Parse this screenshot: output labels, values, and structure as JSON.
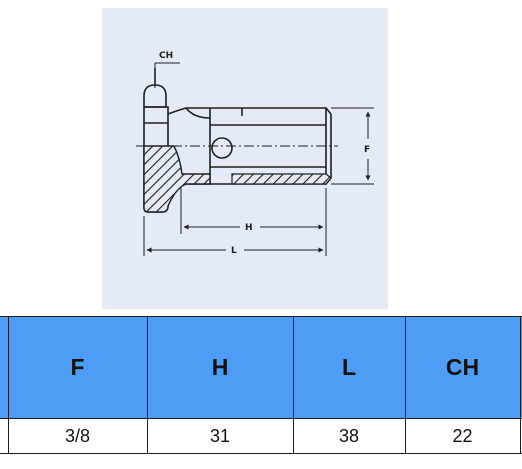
{
  "drawing": {
    "labels": {
      "ch": "CH",
      "f": "F",
      "h": "H",
      "l": "L"
    },
    "colors": {
      "panel": "#e4ebf6",
      "line": "#1f1f1f"
    }
  },
  "table": {
    "columns": [
      "F",
      "H",
      "L",
      "CH"
    ],
    "rows": [
      [
        "3/8",
        "31",
        "38",
        "22"
      ]
    ],
    "colors": {
      "header": "#4d9cf6",
      "border": "#1d1d1d"
    }
  }
}
